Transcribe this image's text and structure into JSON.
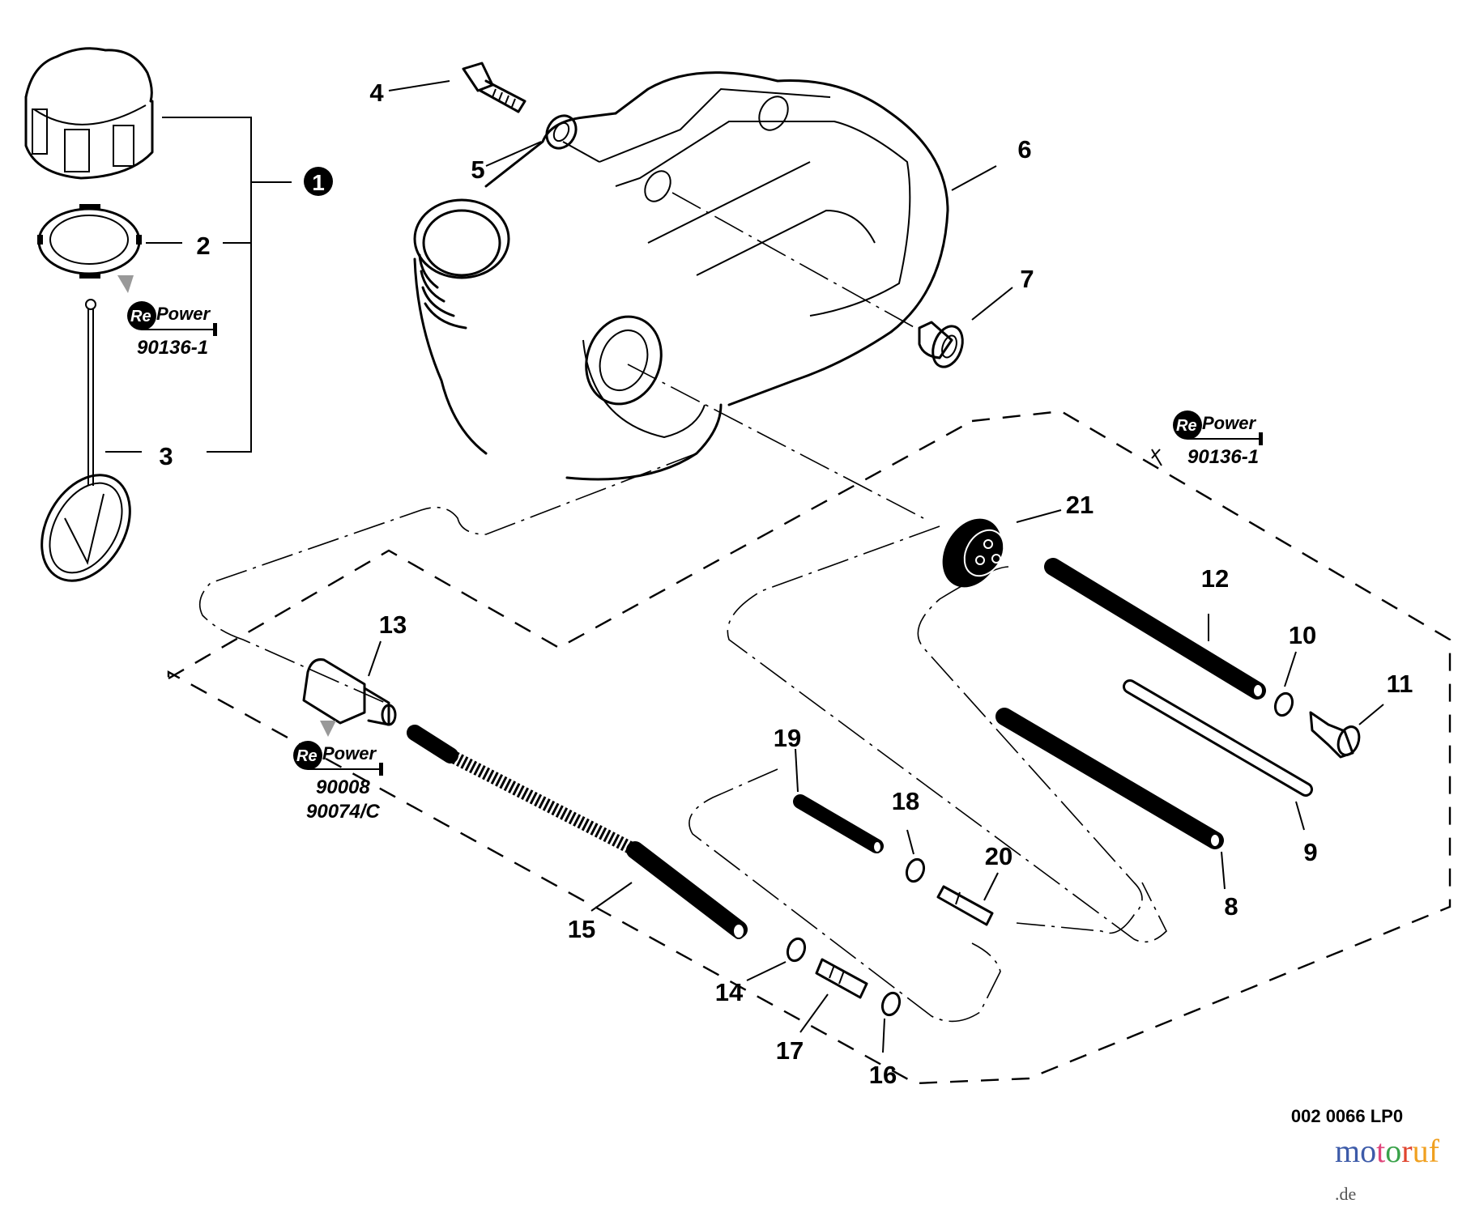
{
  "diagram": {
    "title": "Fuel tank assembly exploded parts view",
    "drawing_code": "002 0066 LP0",
    "assembly_marker": "1",
    "part_labels": [
      {
        "id": "p1",
        "label": "1"
      },
      {
        "id": "p2",
        "label": "2"
      },
      {
        "id": "p3",
        "label": "3"
      },
      {
        "id": "p4",
        "label": "4"
      },
      {
        "id": "p5",
        "label": "5"
      },
      {
        "id": "p6",
        "label": "6"
      },
      {
        "id": "p7",
        "label": "7"
      },
      {
        "id": "p8",
        "label": "8"
      },
      {
        "id": "p9",
        "label": "9"
      },
      {
        "id": "p10",
        "label": "10"
      },
      {
        "id": "p11",
        "label": "11"
      },
      {
        "id": "p12",
        "label": "12"
      },
      {
        "id": "p13",
        "label": "13"
      },
      {
        "id": "p14",
        "label": "14"
      },
      {
        "id": "p15",
        "label": "15"
      },
      {
        "id": "p16",
        "label": "16"
      },
      {
        "id": "p17",
        "label": "17"
      },
      {
        "id": "p18",
        "label": "18"
      },
      {
        "id": "p19",
        "label": "19"
      },
      {
        "id": "p20",
        "label": "20"
      },
      {
        "id": "p21",
        "label": "21"
      }
    ],
    "repower_badges": [
      {
        "brand_re": "Re",
        "brand_power": "Power",
        "codes": [
          "90136-1"
        ]
      },
      {
        "brand_re": "Re",
        "brand_power": "Power",
        "codes": [
          "90136-1"
        ]
      },
      {
        "brand_re": "Re",
        "brand_power": "Power",
        "codes": [
          "90008",
          "90074/C"
        ]
      }
    ]
  },
  "watermark": {
    "letters": [
      "m",
      "o",
      "t",
      "o",
      "r",
      "u",
      "f"
    ],
    "colors": [
      "#3d5ba9",
      "#3d5ba9",
      "#e0457b",
      "#3aa24a",
      "#e0452f",
      "#f0a020",
      "#f0a020"
    ],
    "suffix": ".de"
  }
}
